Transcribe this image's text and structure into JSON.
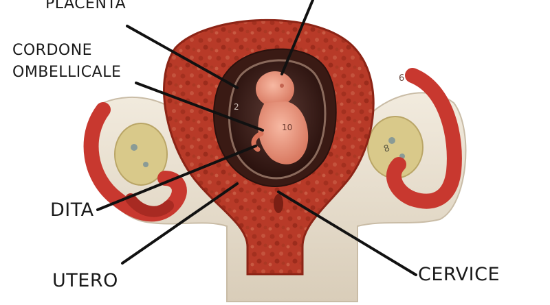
{
  "labels": {
    "placenta": "PLACENTA",
    "cordone_line1": "CORDONE",
    "cordone_line2": "OMBELLICALE",
    "dita": "DITA",
    "utero": "UTERO",
    "cervice": "CERVICE"
  },
  "model_markings": {
    "number_10": "10",
    "number_8": "8",
    "number_6": "6",
    "number_2": "2"
  },
  "colors": {
    "background": "#ffffff",
    "tissue_red": "#b83a28",
    "muscle_red": "#c8382f",
    "cavity_dark": "#3a1a14",
    "embryo_pink": "#f0a089",
    "base_cream": "#efe6d6",
    "ovary_yellow": "#d9c98a",
    "line_color": "#111111"
  }
}
